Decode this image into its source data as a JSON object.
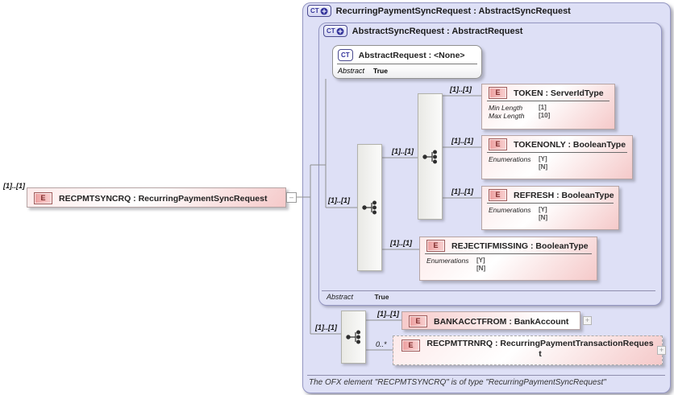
{
  "source_element": {
    "cardinality": "[1]..[1]",
    "badge": "E",
    "title": "RECPMTSYNCRQ : RecurringPaymentSyncRequest",
    "collapse_glyph": "–"
  },
  "outer_container": {
    "badge": "CT",
    "title": "RecurringPaymentSyncRequest : AbstractSyncRequest",
    "footnote": "The OFX element \"RECPMTSYNCRQ\" is of type \"RecurringPaymentSyncRequest\""
  },
  "inner_container": {
    "badge": "CT",
    "title": "AbstractSyncRequest : AbstractRequest",
    "abstract_label": "Abstract",
    "abstract_value": "True"
  },
  "base_type": {
    "badge": "CT",
    "title": "AbstractRequest : <None>",
    "abstract_label": "Abstract",
    "abstract_value": "True"
  },
  "sequences": {
    "inner_cardinality": "[1]..[1]",
    "nested_cardinality": "[1]..[1]",
    "outer_cardinality": "[1]..[1]"
  },
  "elements": {
    "token": {
      "cardinality": "[1]..[1]",
      "badge": "E",
      "title": "TOKEN : ServerIdType",
      "prop1_label": "Min Length",
      "prop1_value": "[1]",
      "prop2_label": "Max Length",
      "prop2_value": "[10]"
    },
    "tokenonly": {
      "cardinality": "[1]..[1]",
      "badge": "E",
      "title": "TOKENONLY : BooleanType",
      "prop1_label": "Enumerations",
      "prop1_value": "[Y]",
      "prop2_value": "[N]"
    },
    "refresh": {
      "cardinality": "[1]..[1]",
      "badge": "E",
      "title": "REFRESH : BooleanType",
      "prop1_label": "Enumerations",
      "prop1_value": "[Y]",
      "prop2_value": "[N]"
    },
    "rejectifmissing": {
      "cardinality": "[1]..[1]",
      "badge": "E",
      "title": "REJECTIFMISSING : BooleanType",
      "prop1_label": "Enumerations",
      "prop1_value": "[Y]",
      "prop2_value": "[N]"
    },
    "bankacctfrom": {
      "cardinality": "[1]..[1]",
      "badge": "E",
      "title": "BANKACCTFROM : BankAccount",
      "expand_glyph": "+"
    },
    "recpmttrnrq": {
      "cardinality": "0..*",
      "badge": "E",
      "title": "RECPMTTRNRQ : RecurringPaymentTransactionRequest",
      "expand_glyph": "+"
    }
  },
  "colors": {
    "container_fill": "#dee0f6",
    "container_border": "#9496c2",
    "element_pink": "#f5c9c9",
    "badge_navy": "#32329a",
    "badge_red": "#7c2a2a",
    "connector": "#8f8f8f"
  }
}
